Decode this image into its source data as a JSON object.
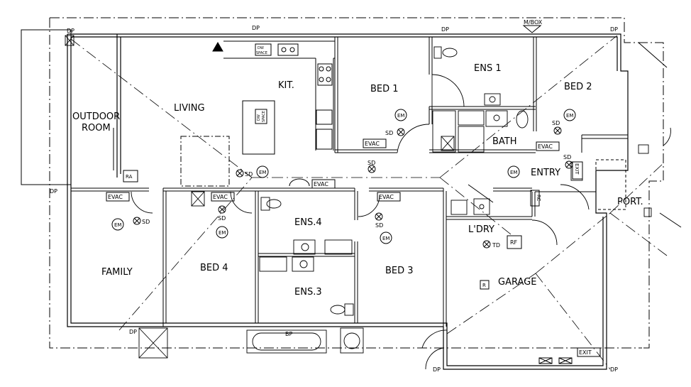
{
  "rooms": {
    "outdoor_room_line1": "OUTDOOR",
    "outdoor_room_line2": "ROOM",
    "living": "LIVING",
    "kitchen": "KIT.",
    "bed1": "BED 1",
    "ens1": "ENS 1",
    "bed2": "BED 2",
    "bath": "BATH",
    "entry": "ENTRY",
    "port": "PORT.",
    "family": "FAMILY",
    "bed4": "BED 4",
    "ens4": "ENS.4",
    "ens3": "ENS.3",
    "bed3": "BED 3",
    "laundry": "L'DRY",
    "garage": "GARAGE"
  },
  "labels": {
    "dp": "DP",
    "mbox": "M/BOX",
    "bp": "BP",
    "evac": "EVAC",
    "em": "EM",
    "sd": "SD",
    "ra": "RA",
    "rf": "RF",
    "td": "TD",
    "rc": "RC",
    "r": "R",
    "exit": "EXIT",
    "dw": "DW",
    "space": "SPACE"
  },
  "colors": {
    "line": "#000000",
    "background": "#ffffff"
  }
}
